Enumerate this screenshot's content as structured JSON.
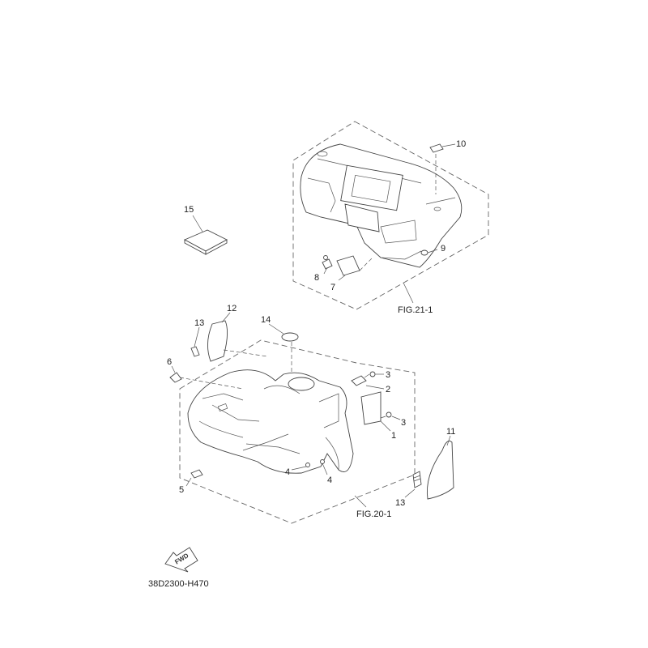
{
  "callouts": {
    "c1": "1",
    "c2": "2",
    "c3a": "3",
    "c3b": "3",
    "c4a": "4",
    "c4b": "4",
    "c5": "5",
    "c6": "6",
    "c7": "7",
    "c8": "8",
    "c9": "9",
    "c10": "10",
    "c11": "11",
    "c12": "12",
    "c13a": "13",
    "c13b": "13",
    "c14": "14",
    "c15": "15"
  },
  "figure_refs": {
    "rear": "FIG.21-1",
    "front": "FIG.20-1"
  },
  "direction_badge": "FWD",
  "drawing_code": "38D2300-H470"
}
